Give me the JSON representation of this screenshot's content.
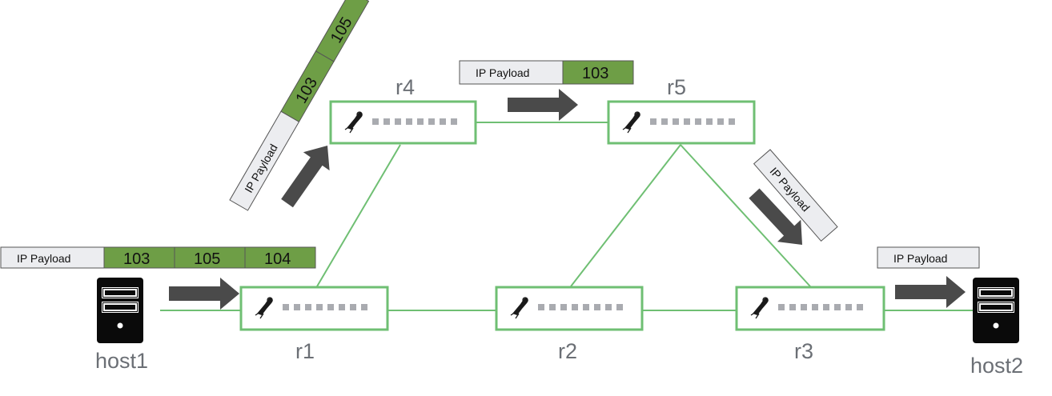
{
  "colors": {
    "router_border": "#6fbf73",
    "link": "#6fbf73",
    "label_fill": "#ecedf0",
    "label_border": "#555555",
    "label_green": "#6e9e46",
    "arrow": "#4a4a4a",
    "node_text": "#6b6f75"
  },
  "nodes": {
    "host1": "host1",
    "host2": "host2",
    "r1": "r1",
    "r2": "r2",
    "r3": "r3",
    "r4": "r4",
    "r5": "r5"
  },
  "packets": {
    "host1_r1": {
      "payload": "IP Payload",
      "labels": [
        "103",
        "105",
        "104"
      ]
    },
    "r1_r4": {
      "payload": "IP Payload",
      "labels": [
        "103",
        "105"
      ]
    },
    "r4_r5": {
      "payload": "IP Payload",
      "labels": [
        "103"
      ]
    },
    "r5_r3": {
      "payload": "IP Payload",
      "labels": []
    },
    "r3_host2": {
      "payload": "IP Payload",
      "labels": []
    }
  },
  "icons": {
    "router": "router-icon",
    "host": "server-icon",
    "arrow": "arrow-right-icon"
  }
}
